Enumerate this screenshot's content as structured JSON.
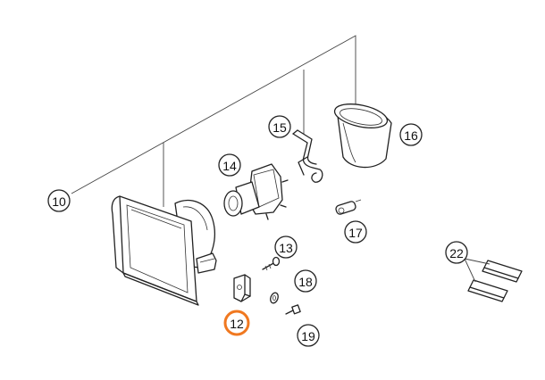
{
  "diagram": {
    "highlight_color": "#f07820",
    "callouts": [
      {
        "id": "10",
        "label": "10",
        "highlighted": false
      },
      {
        "id": "12",
        "label": "12",
        "highlighted": true
      },
      {
        "id": "13",
        "label": "13",
        "highlighted": false
      },
      {
        "id": "14",
        "label": "14",
        "highlighted": false
      },
      {
        "id": "15",
        "label": "15",
        "highlighted": false
      },
      {
        "id": "16",
        "label": "16",
        "highlighted": false
      },
      {
        "id": "17",
        "label": "17",
        "highlighted": false
      },
      {
        "id": "18",
        "label": "18",
        "highlighted": false
      },
      {
        "id": "19",
        "label": "19",
        "highlighted": false
      },
      {
        "id": "22",
        "label": "22",
        "highlighted": false
      }
    ]
  }
}
